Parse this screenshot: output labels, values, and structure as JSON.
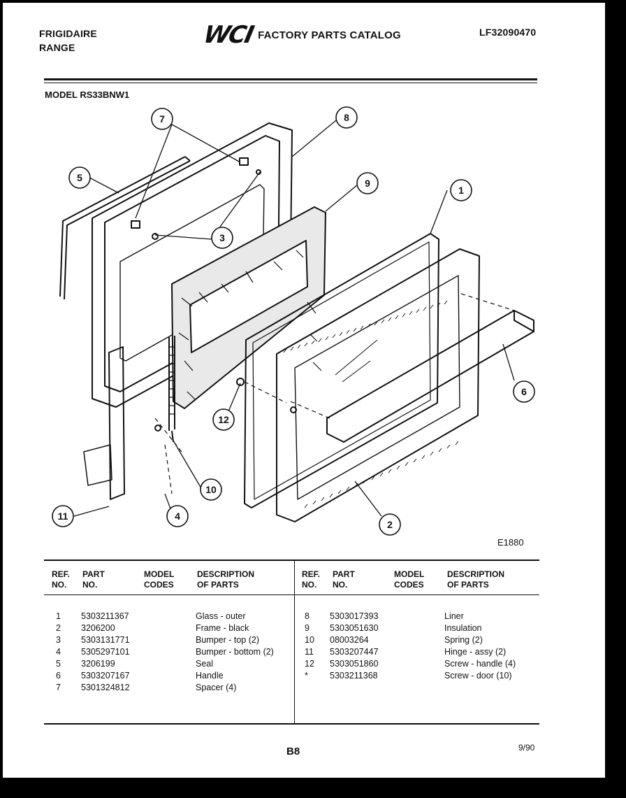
{
  "header": {
    "brand": "FRIGIDAIRE",
    "product": "RANGE",
    "logo": "WCI",
    "catalog_title": "FACTORY PARTS CATALOG",
    "catalog_number": "LF32090470"
  },
  "model_label": "MODEL RS33BNW1",
  "figure_id": "E1880",
  "callouts": [
    "1",
    "2",
    "3",
    "4",
    "5",
    "6",
    "7",
    "8",
    "9",
    "10",
    "11",
    "12"
  ],
  "columns": {
    "ref_a": "REF.",
    "ref_b": "NO.",
    "part_a": "PART",
    "part_b": "NO.",
    "model_a": "MODEL",
    "model_b": "CODES",
    "desc_a": "DESCRIPTION",
    "desc_b": "OF PARTS"
  },
  "parts_left": [
    {
      "ref": "1",
      "part": "5303211367",
      "desc": "Glass - outer"
    },
    {
      "ref": "2",
      "part": "3206200",
      "desc": "Frame - black"
    },
    {
      "ref": "3",
      "part": "5303131771",
      "desc": "Bumper - top (2)"
    },
    {
      "ref": "4",
      "part": "5305297101",
      "desc": "Bumper - bottom (2)"
    },
    {
      "ref": "5",
      "part": "3206199",
      "desc": "Seal"
    },
    {
      "ref": "6",
      "part": "5303207167",
      "desc": "Handle"
    },
    {
      "ref": "7",
      "part": "5301324812",
      "desc": "Spacer (4)"
    }
  ],
  "parts_right": [
    {
      "ref": "8",
      "part": "5303017393",
      "desc": "Liner"
    },
    {
      "ref": "9",
      "part": "5303051630",
      "desc": "Insulation"
    },
    {
      "ref": "10",
      "part": "08003264",
      "desc": "Spring (2)"
    },
    {
      "ref": "11",
      "part": "5303207447",
      "desc": "Hinge - assy (2)"
    },
    {
      "ref": "12",
      "part": "5303051860",
      "desc": "Screw - handle (4)"
    },
    {
      "ref": "*",
      "part": "5303211368",
      "desc": "Screw - door (10)"
    }
  ],
  "footer": {
    "page": "B8",
    "date": "9/90"
  }
}
